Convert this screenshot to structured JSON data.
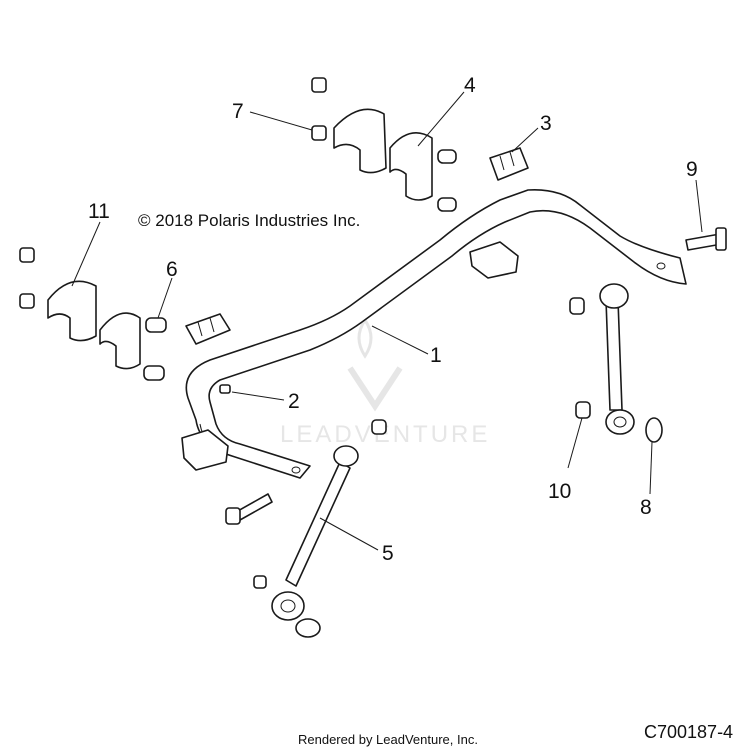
{
  "copyright": "© 2018 Polaris Industries Inc.",
  "watermark": "LEADVENTURE",
  "footer": {
    "rendered_by": "Rendered by LeadVenture, Inc.",
    "diagram_code": "C700187-4"
  },
  "callouts": [
    "1",
    "2",
    "3",
    "4",
    "5",
    "6",
    "7",
    "8",
    "9",
    "10",
    "11"
  ]
}
